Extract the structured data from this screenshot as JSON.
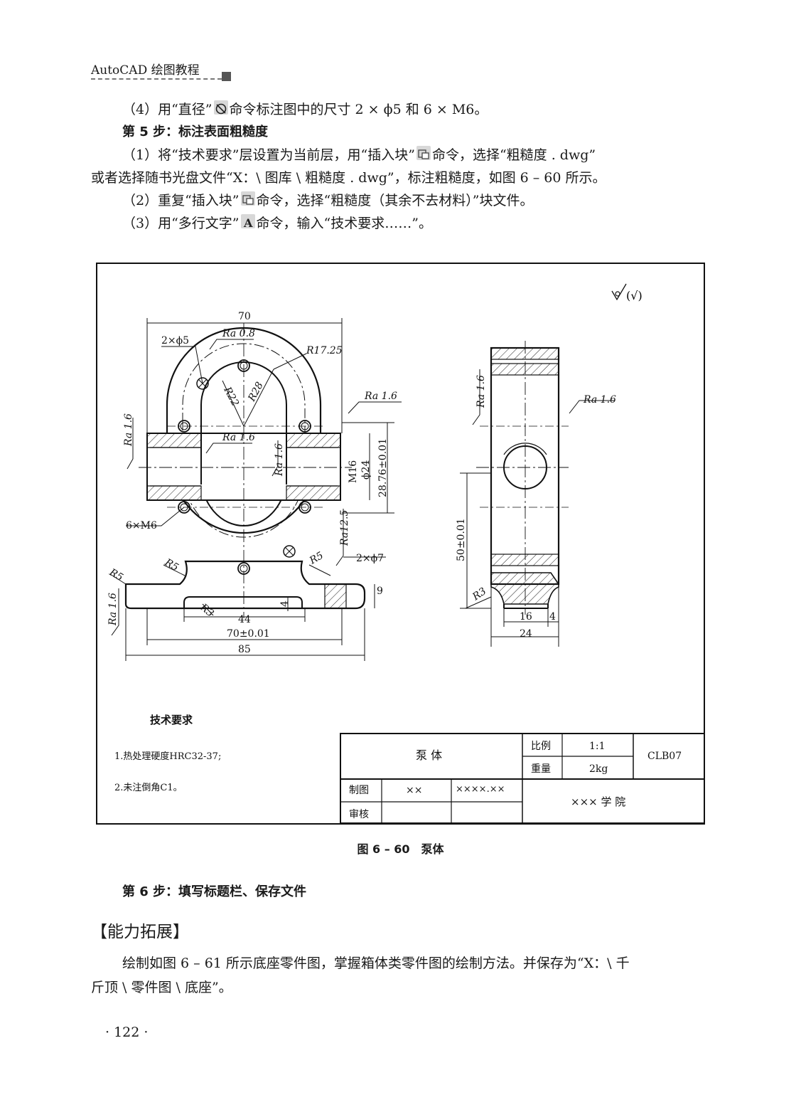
{
  "header": {
    "title": "AutoCAD 绘图教程"
  },
  "lines": {
    "l1": "（4）用“直径”",
    "l1b": "命令标注图中的尺寸 2 × ϕ5 和 6 × M6。",
    "step5": "第 5 步：标注表面粗糙度",
    "l2": "（1）将“技术要求”层设置为当前层，用“插入块”",
    "l2b": "命令，选择“粗糙度 . dwg”",
    "l3": "或者选择随书光盘文件“X：\\ 图库 \\ 粗糙度 . dwg”，标注粗糙度，如图 6 – 60 所示。",
    "l4": "（2）重复“插入块”",
    "l4b": "命令，选择“粗糙度（其余不去材料）”块文件。",
    "l5": "（3）用“多行文字”",
    "l5b": "命令，输入“技术要求……”。"
  },
  "drawing": {
    "dims": {
      "d70": "70",
      "d2phi5": "2×ϕ5",
      "ra08": "Ra 0.8",
      "r1725": "R17.25",
      "r22": "R22",
      "r28": "R28",
      "ra16": "Ra 1.6",
      "m16": "M16",
      "phi24": "ϕ24",
      "d2876": "28.76±0.01",
      "d6m6": "6×M6",
      "ra125": "Ra12.5",
      "d2phi7": "2×ϕ7",
      "r5": "R5",
      "r3": "R3",
      "d9": "9",
      "d4": "4",
      "d44": "44",
      "d70tol": "70±0.01",
      "d85": "85",
      "d50tol": "50±0.01",
      "d16": "16",
      "d24": "24",
      "rough_general": "(√)"
    },
    "tech": {
      "title": "技术要求",
      "item1": "1.热处理硬度HRC32-37;",
      "item2": "2.未注倒角C1。"
    },
    "titleblock": {
      "part_name": "泵 体",
      "scale_label": "比例",
      "scale": "1:1",
      "code": "CLB07",
      "weight_label": "重量",
      "weight": "2kg",
      "drawn_label": "制图",
      "drawn_by": "××",
      "date": "××××.××",
      "checked_label": "审核",
      "school": "××× 学 院"
    }
  },
  "caption": "图 6 – 60　泵体",
  "step6": "第 6 步：填写标题栏、保存文件",
  "section": "【能力拓展】",
  "body1": "绘制如图 6 – 61 所示底座零件图，掌握箱体类零件图的绘制方法。并保存为“X：\\ 千",
  "body2": "斤顶 \\ 零件图 \\ 底座”。",
  "page_number": "· 122 ·"
}
